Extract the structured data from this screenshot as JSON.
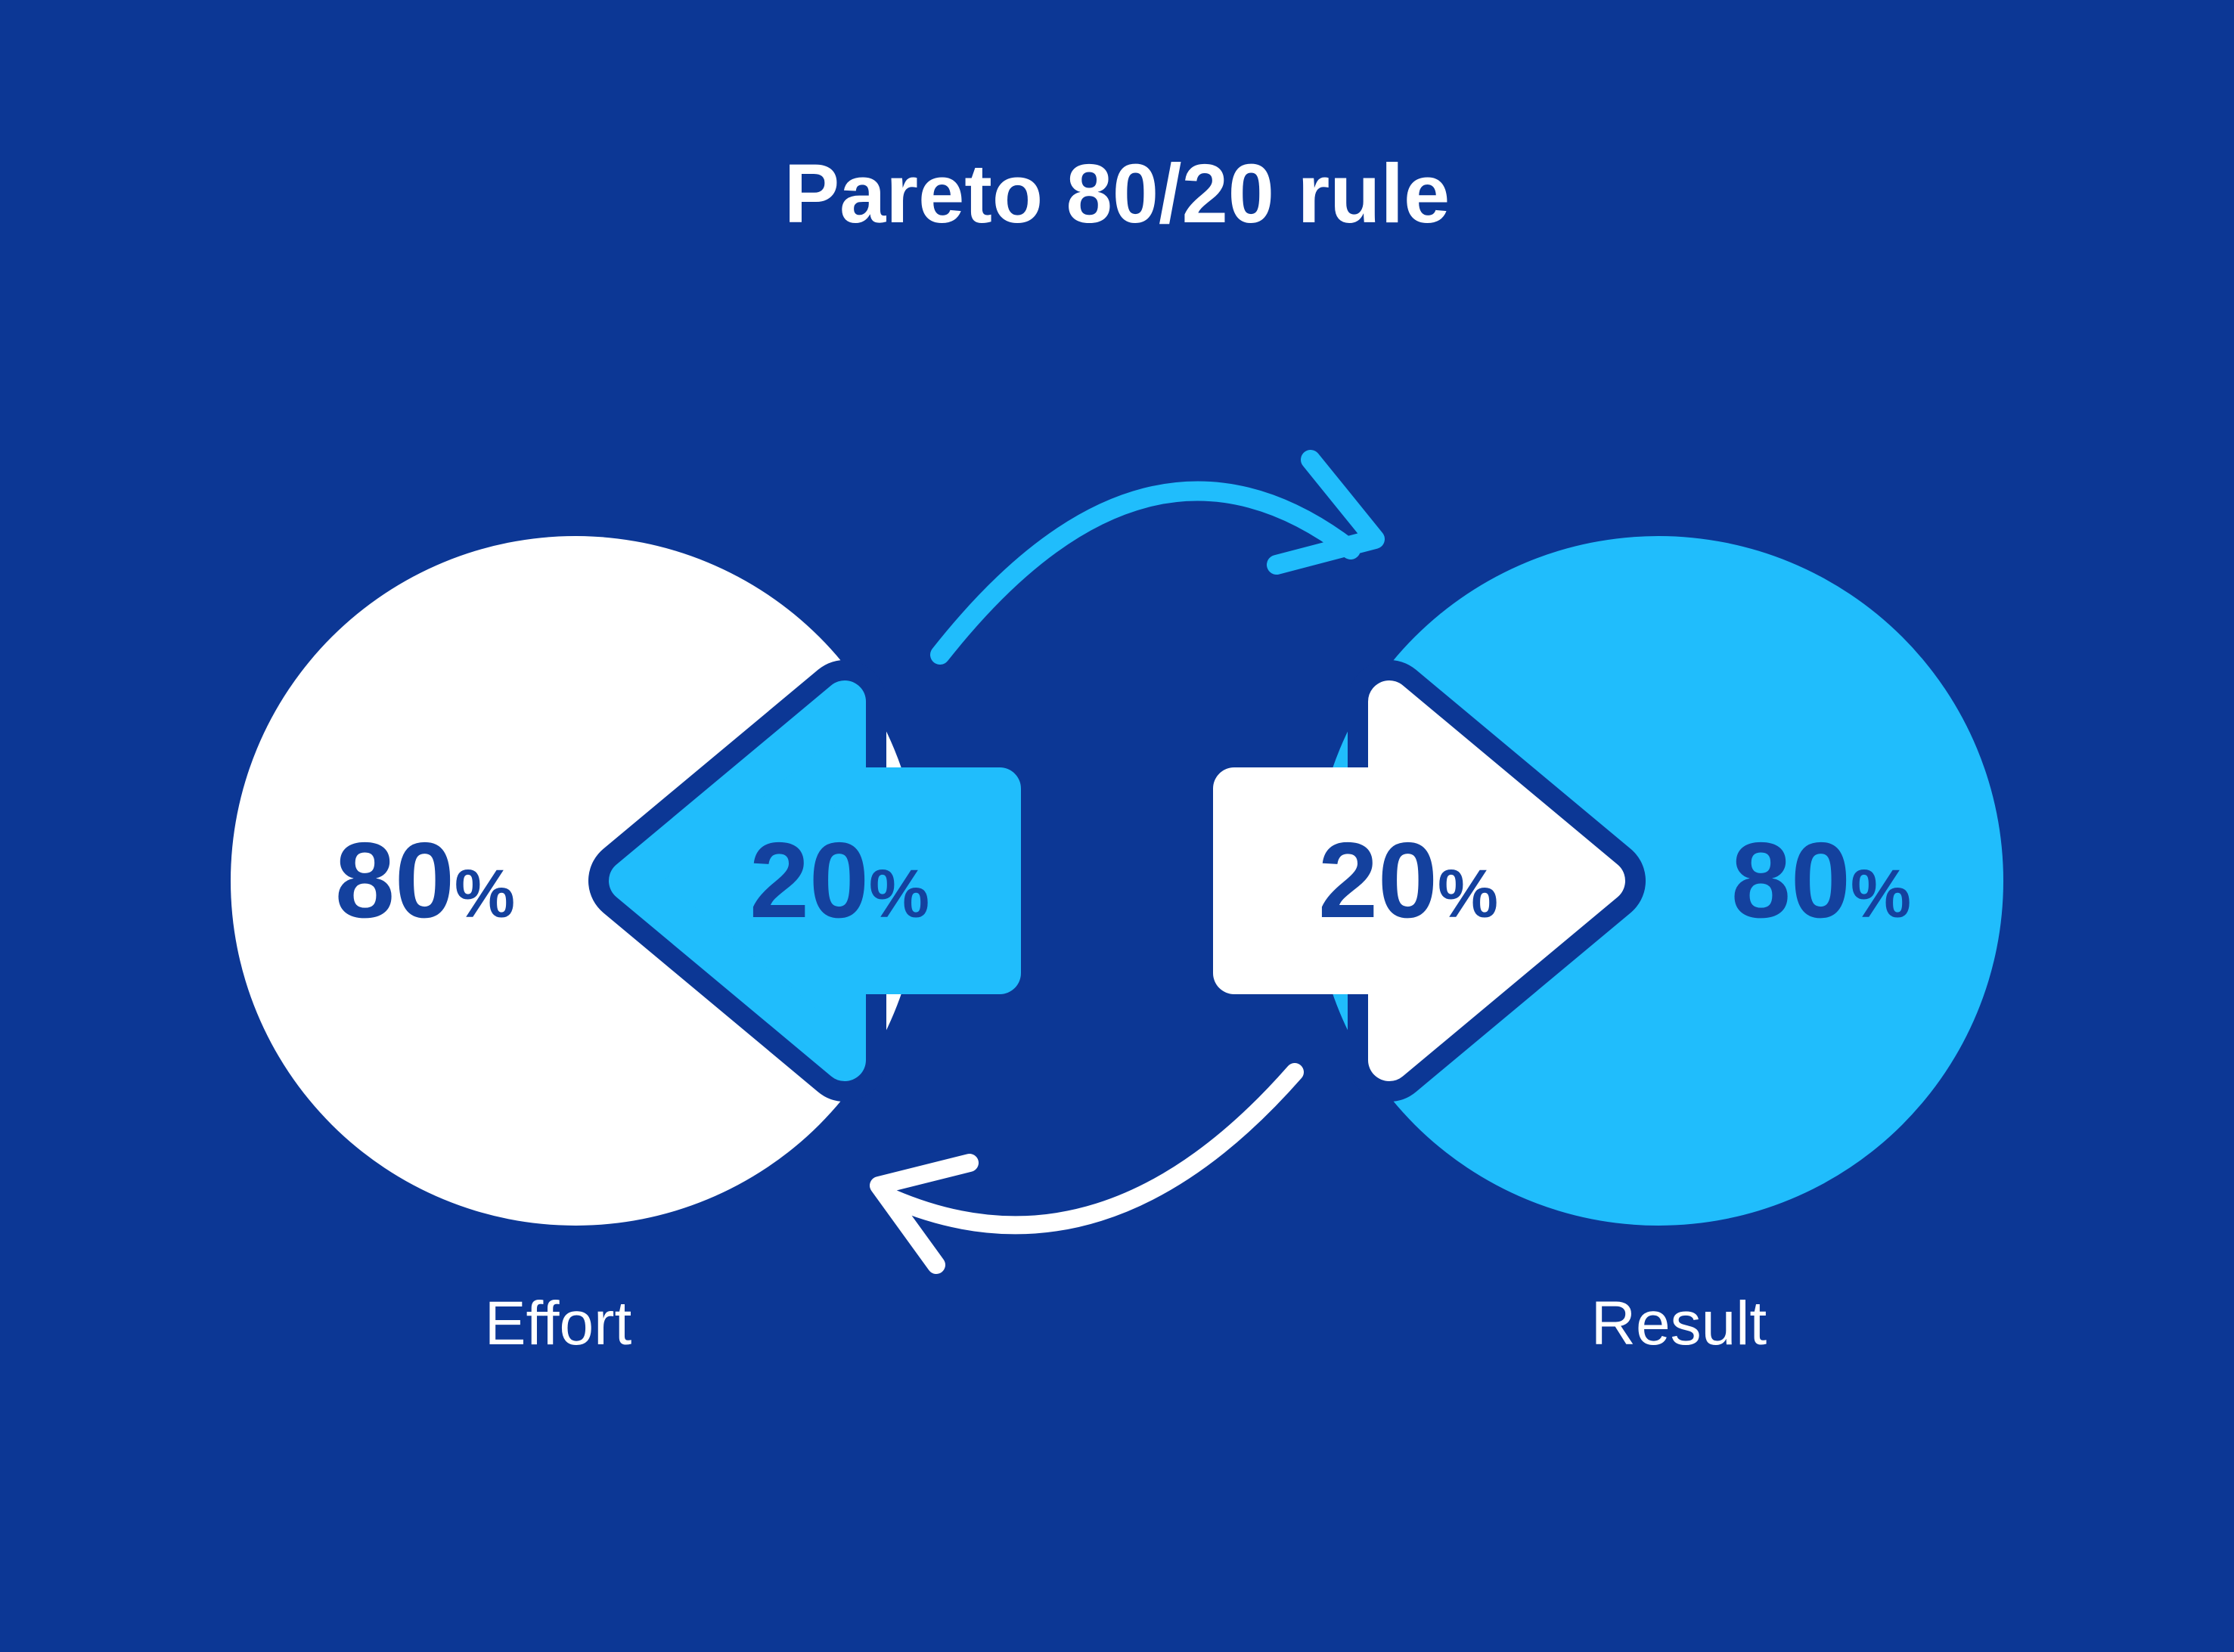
{
  "title": "Pareto 80/20 rule",
  "colors": {
    "background": "#0c3795",
    "accent_cyan": "#20bdfc",
    "white": "#ffffff",
    "dark_blue_text": "#14419e"
  },
  "effort": {
    "circle_percent": "80",
    "circle_percent_sign": "%",
    "arrow_percent": "20",
    "arrow_percent_sign": "%",
    "label": "Effort"
  },
  "result": {
    "circle_percent": "80",
    "circle_percent_sign": "%",
    "arrow_percent": "20",
    "arrow_percent_sign": "%",
    "label": "Result"
  }
}
